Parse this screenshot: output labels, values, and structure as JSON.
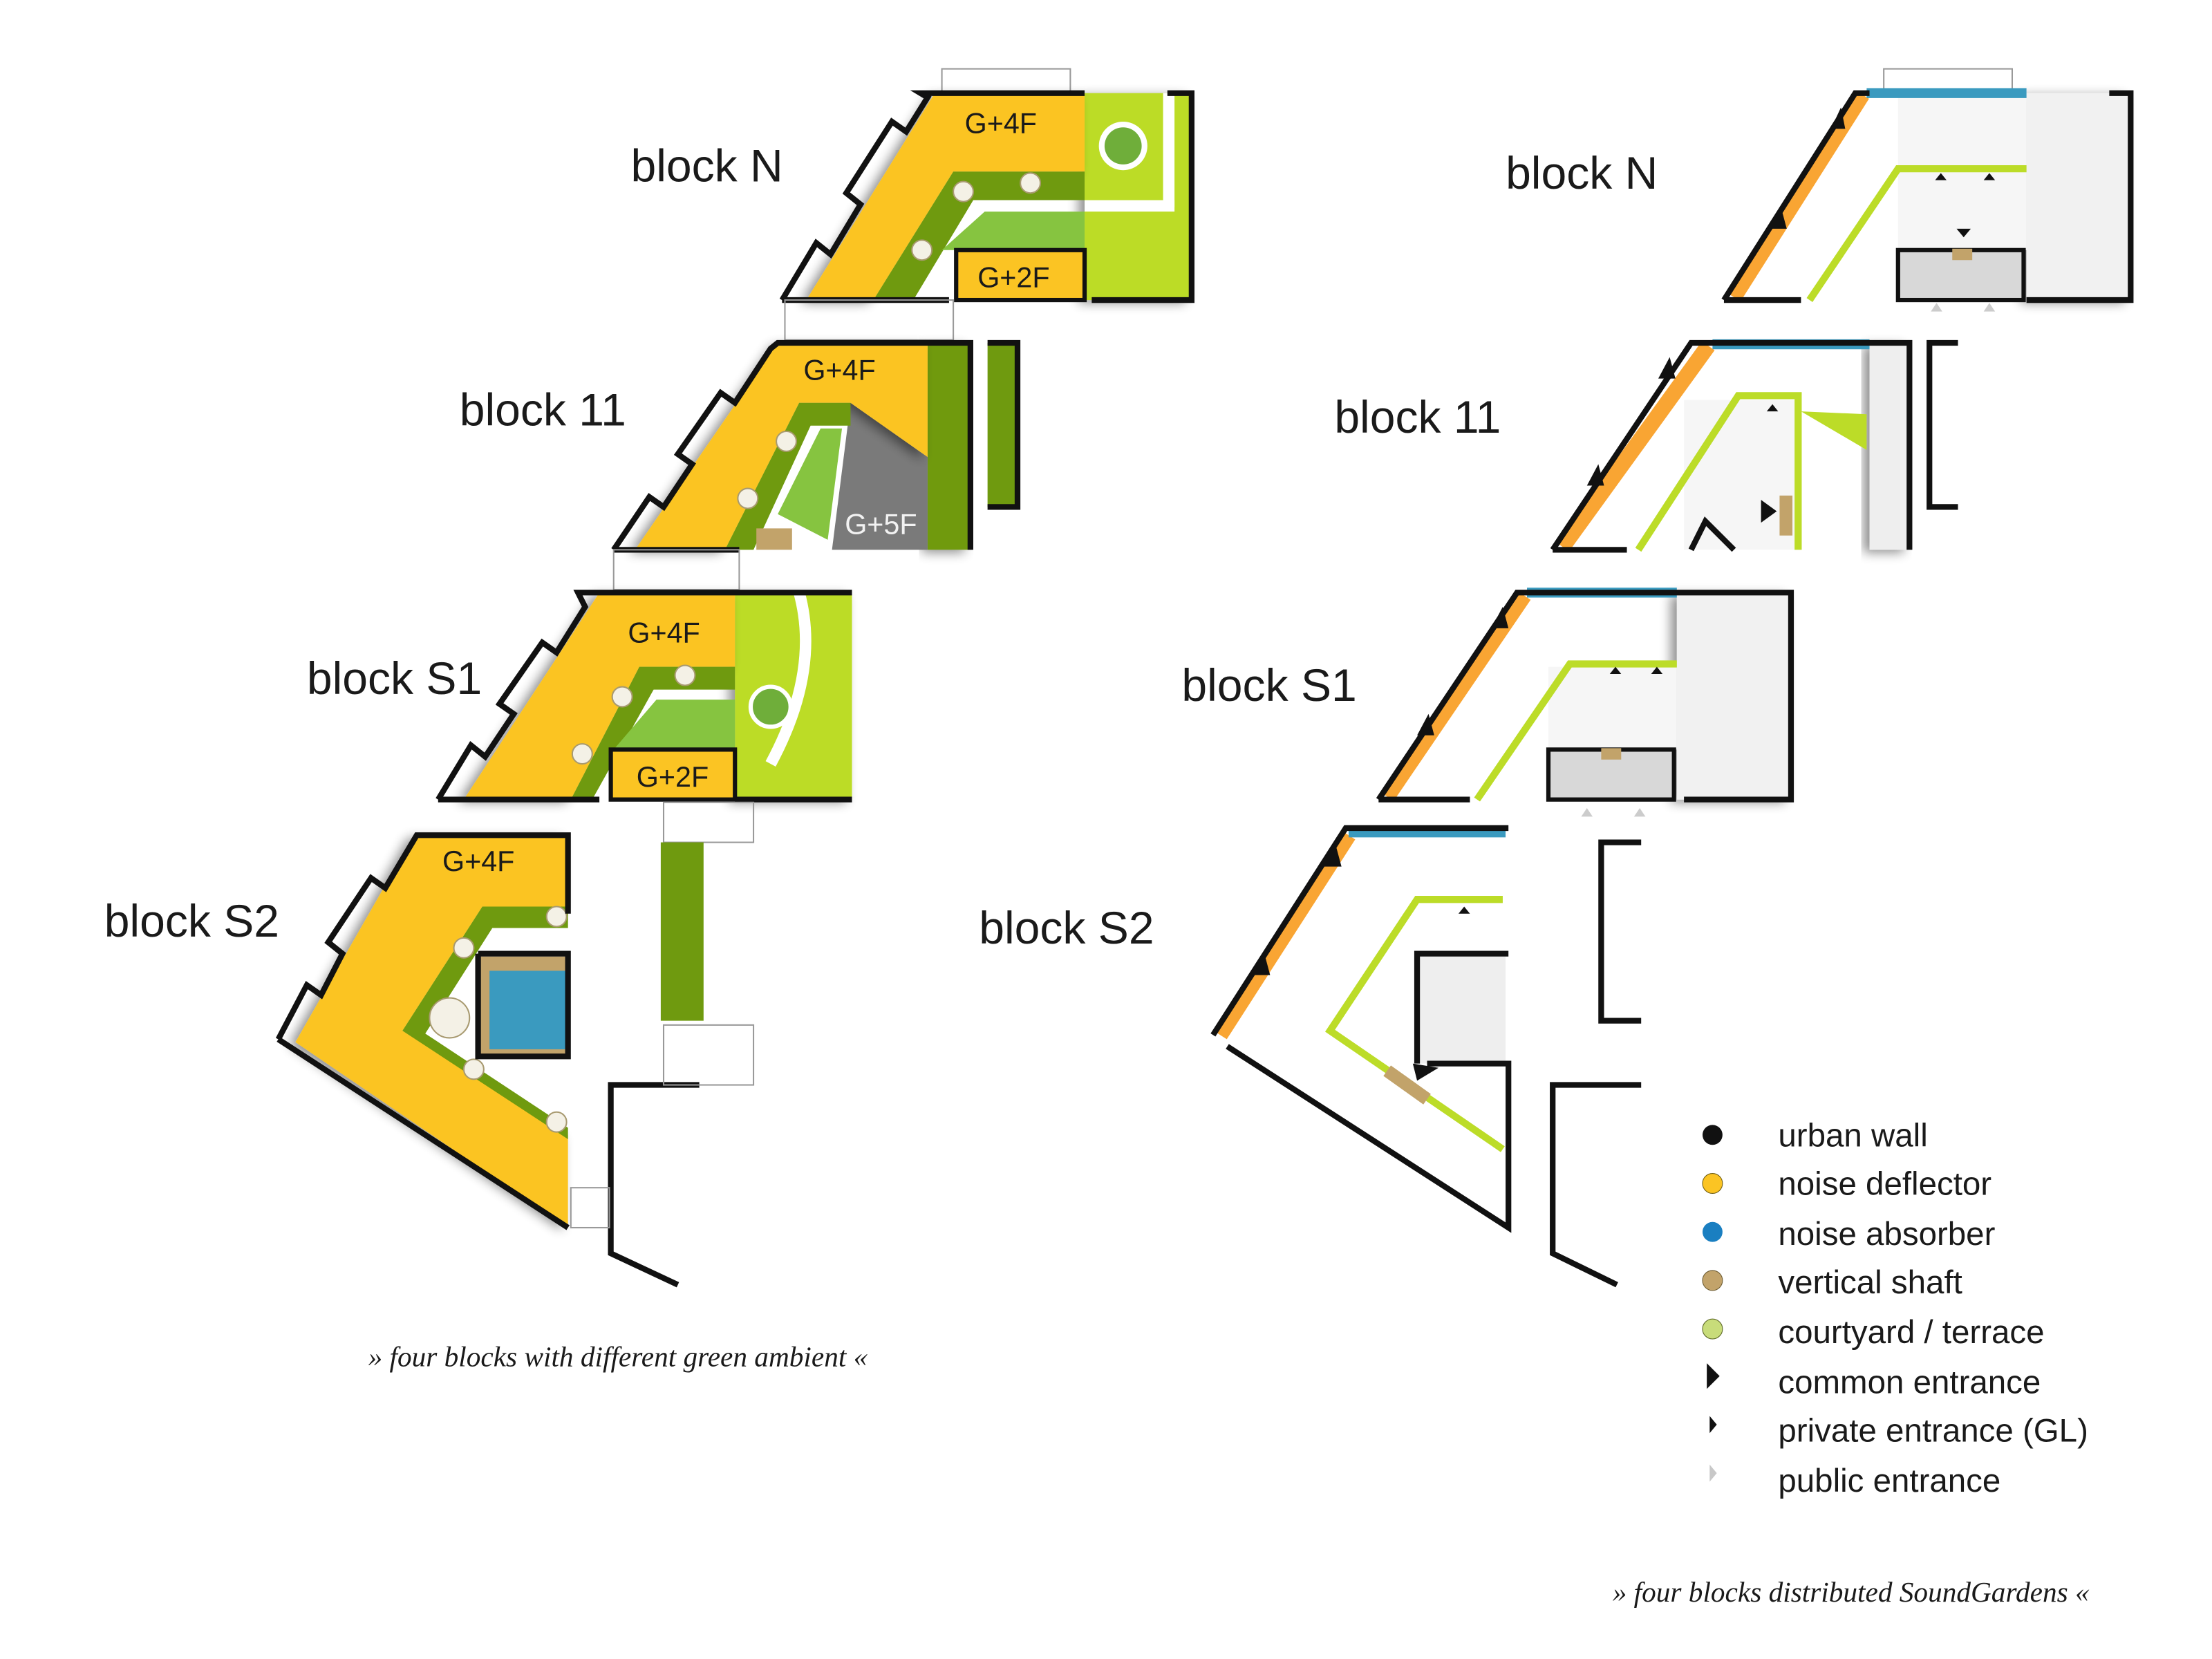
{
  "colors": {
    "urban_wall": "#111111",
    "noise_deflector": "#fbc423",
    "noise_absorber": "#1a7fc1",
    "vertical_shaft": "#c2a36a",
    "courtyard_terrace": "#c8dc7a",
    "dark_green": "#6f9a0f",
    "mid_green": "#86c440",
    "light_green": "#bcdc28",
    "pool": "#3a9abf",
    "grey": "#7a7a7a",
    "pale_grey": "#f1f1f1"
  },
  "left_panel": {
    "blocks": [
      {
        "name": "block N",
        "floors": [
          "G+4F",
          "G+2F"
        ]
      },
      {
        "name": "block 11",
        "floors": [
          "G+4F",
          "G+5F"
        ]
      },
      {
        "name": "block S1",
        "floors": [
          "G+4F",
          "G+2F"
        ]
      },
      {
        "name": "block S2",
        "floors": [
          "G+4F"
        ]
      }
    ],
    "caption": "» four blocks with different green ambient «"
  },
  "right_panel": {
    "blocks": [
      {
        "name": "block N"
      },
      {
        "name": "block 11"
      },
      {
        "name": "block S1"
      },
      {
        "name": "block S2"
      }
    ],
    "caption": "» four blocks distributed SoundGardens «"
  },
  "legend": [
    {
      "label": "urban wall",
      "symbol": "dot",
      "color": "#111111"
    },
    {
      "label": "noise deflector",
      "symbol": "dot",
      "color": "#fbc423"
    },
    {
      "label": "noise absorber",
      "symbol": "dot",
      "color": "#1a7fc1"
    },
    {
      "label": "vertical shaft",
      "symbol": "dot",
      "color": "#c2a36a"
    },
    {
      "label": "courtyard / terrace",
      "symbol": "dot",
      "color": "#c8dc7a"
    },
    {
      "label": "common entrance",
      "symbol": "triangle-large",
      "color": "#111111"
    },
    {
      "label": "private entrance (GL)",
      "symbol": "triangle-small",
      "color": "#111111"
    },
    {
      "label": "public entrance",
      "symbol": "triangle-small",
      "color": "#c8c8c8"
    }
  ]
}
